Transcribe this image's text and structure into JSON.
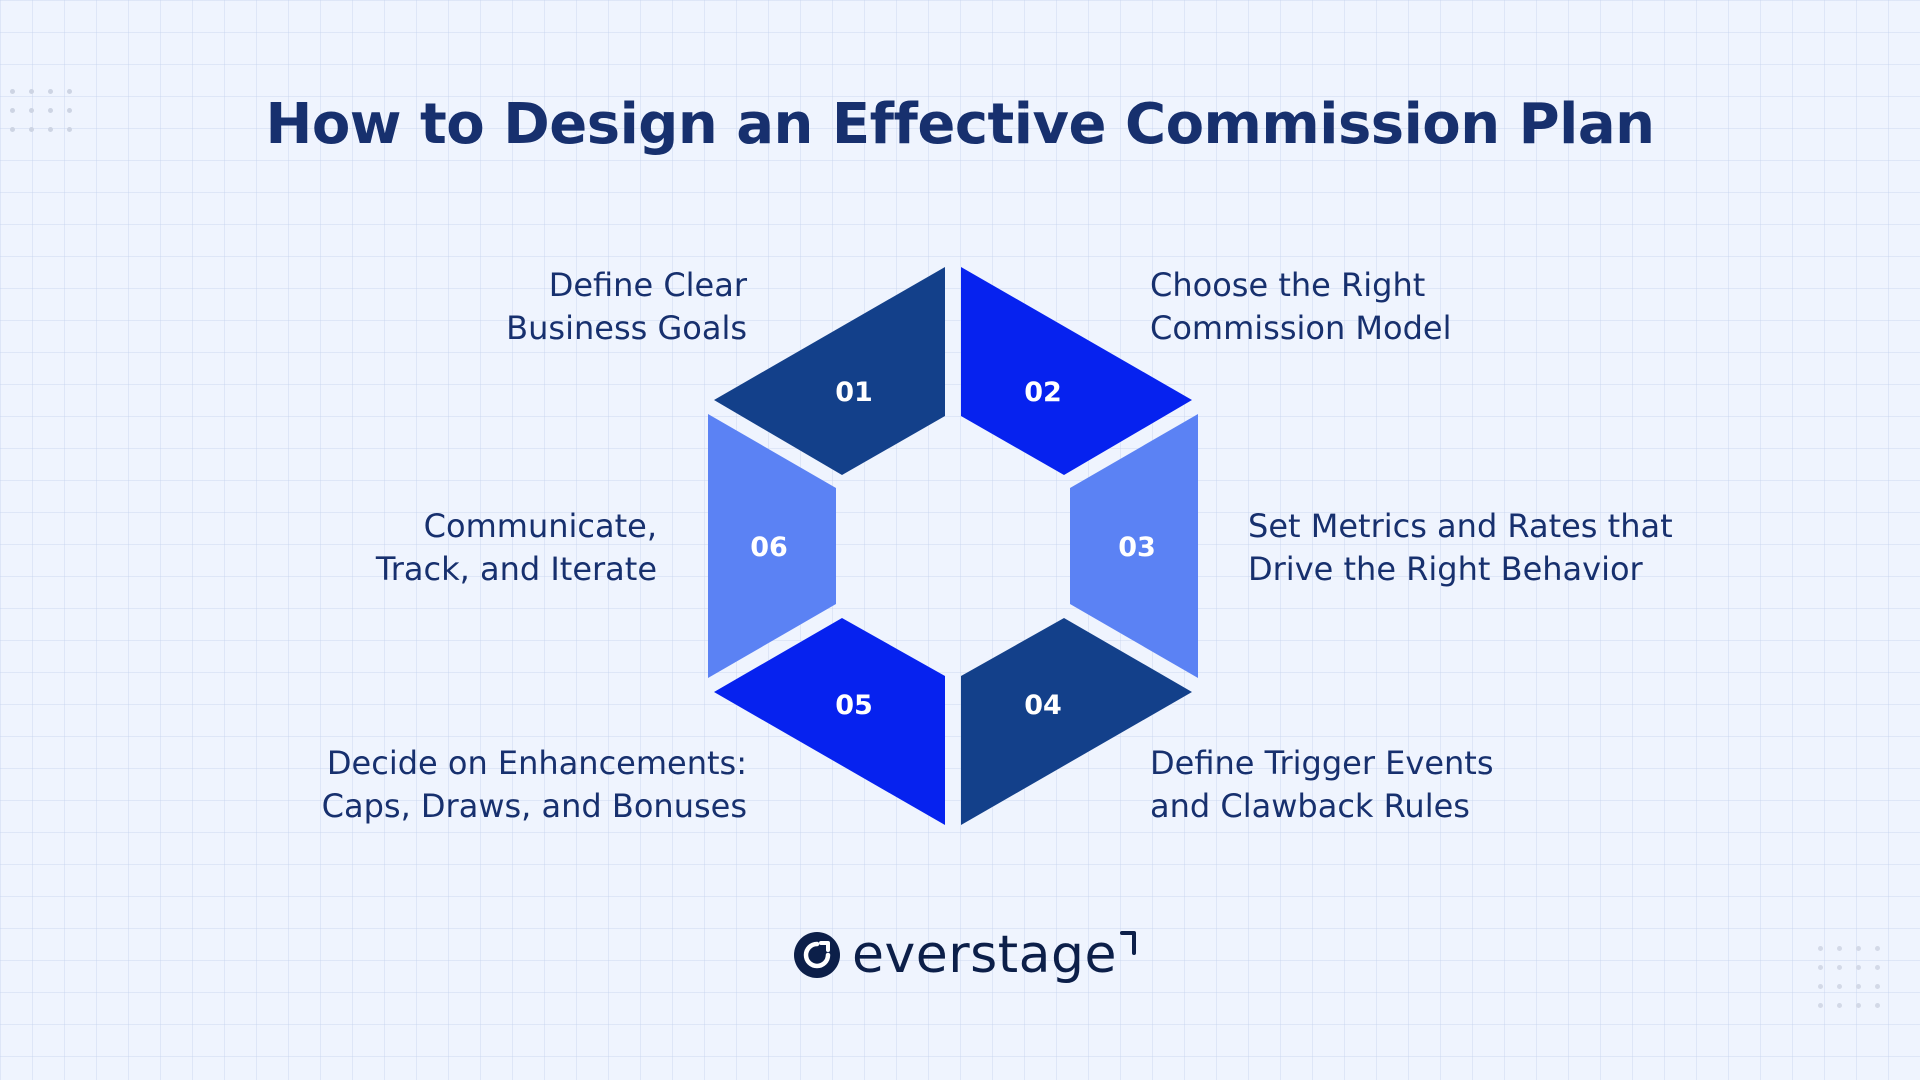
{
  "title": "How to Design an Effective Commission Plan",
  "colors": {
    "background": "#eff4fe",
    "title": "#17306e",
    "dark_navy": "#13408a",
    "royal_blue": "#0622ef",
    "periwinkle": "#5b82f4"
  },
  "steps": [
    {
      "number": "01",
      "label_lines": [
        "Define Clear",
        "Business Goals"
      ],
      "color": "#13408a"
    },
    {
      "number": "02",
      "label_lines": [
        "Choose the Right",
        "Commission Model"
      ],
      "color": "#0622ef"
    },
    {
      "number": "03",
      "label_lines": [
        "Set Metrics and Rates that",
        "Drive the Right Behavior"
      ],
      "color": "#5b82f4"
    },
    {
      "number": "04",
      "label_lines": [
        "Define Trigger Events",
        "and Clawback Rules"
      ],
      "color": "#13408a"
    },
    {
      "number": "05",
      "label_lines": [
        "Decide on Enhancements:",
        "Caps, Draws, and Bonuses"
      ],
      "color": "#0622ef"
    },
    {
      "number": "06",
      "label_lines": [
        "Communicate,",
        "Track, and Iterate"
      ],
      "color": "#5b82f4"
    }
  ],
  "logo": {
    "text": "everstage",
    "icon": "everstage-logo-icon"
  }
}
